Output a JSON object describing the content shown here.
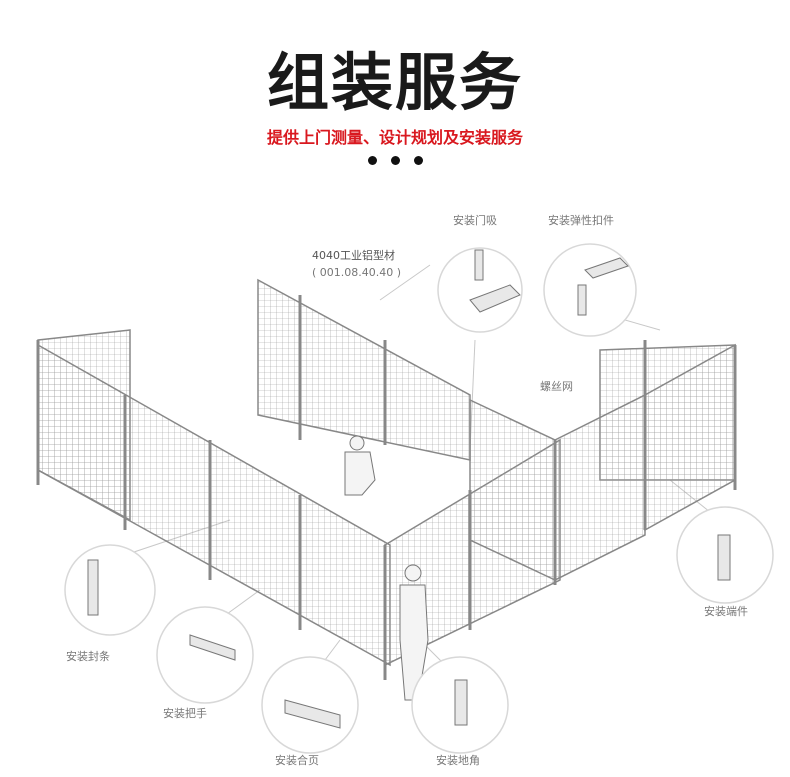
{
  "header": {
    "title": "组装服务",
    "subtitle": "提供上门测量、设计规划及安装服务"
  },
  "callouts": {
    "door_suction": "安装门吸",
    "elastic_clip": "安装弹性扣件",
    "profile_name": "4040工业铝型材",
    "profile_code": "( 001.08.40.40 )",
    "wire_mesh": "螺丝网",
    "end_cap": "安装端件",
    "seal_strip": "安装封条",
    "handle": "安装把手",
    "hinge": "安装合页",
    "foot": "安装地角"
  },
  "colors": {
    "title": "#1a1a1a",
    "subtitle": "#d9181f",
    "line": "#8a8a8a",
    "label": "#777777"
  }
}
